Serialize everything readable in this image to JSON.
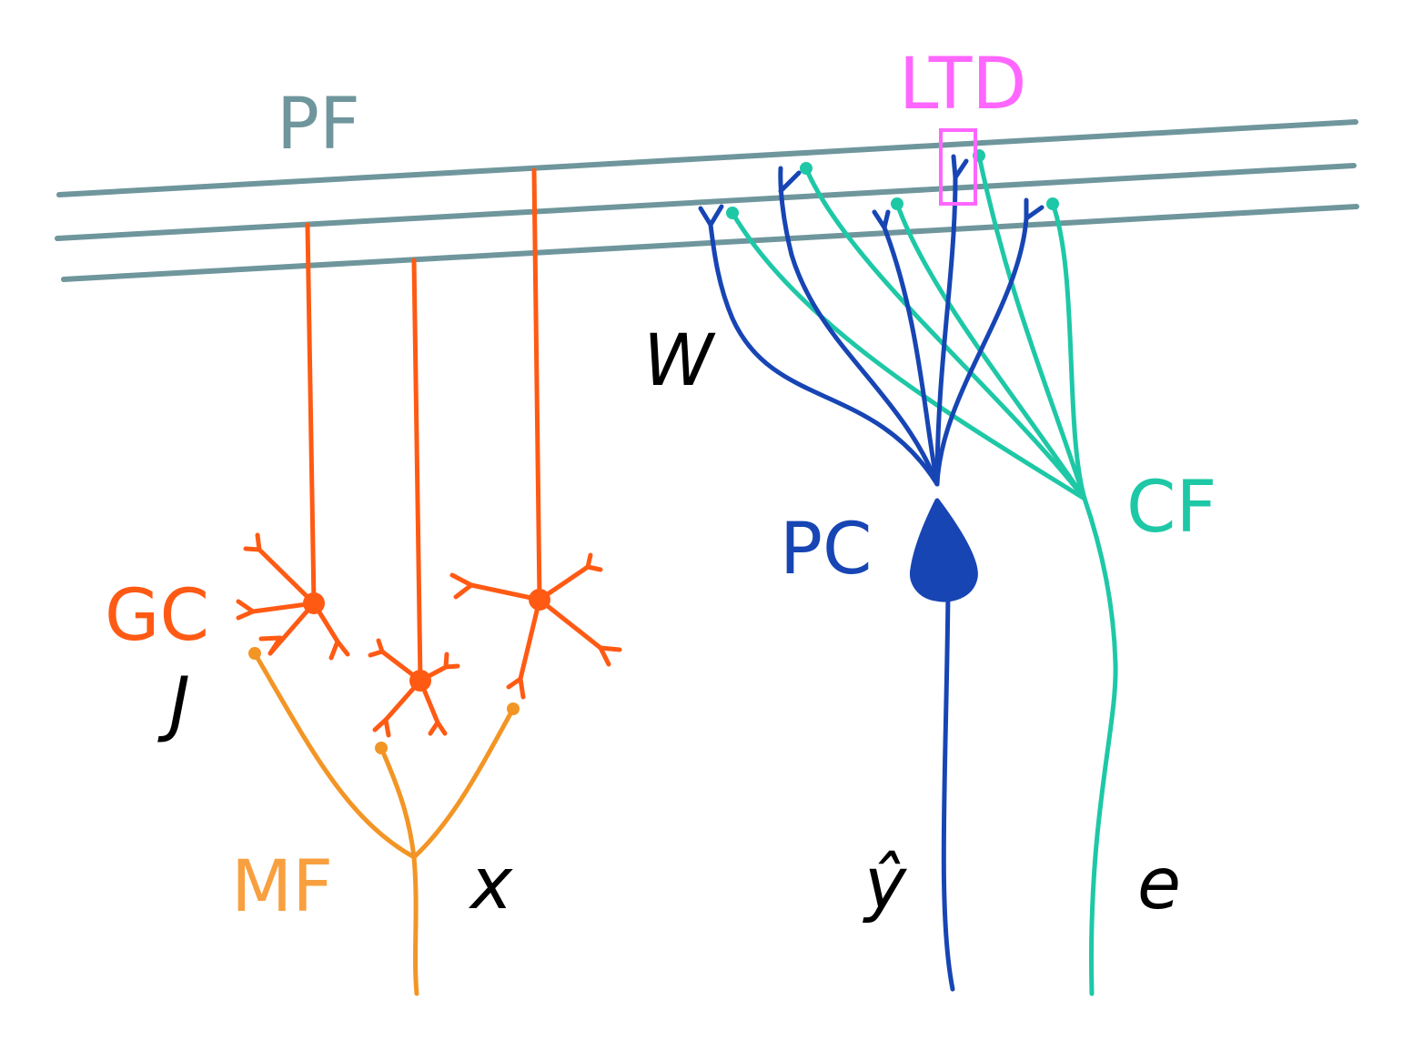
{
  "labels": {
    "pf": "PF",
    "ltd": "LTD",
    "w": "W",
    "pc": "PC",
    "cf": "CF",
    "gc": "GC",
    "j": "J",
    "mf": "MF",
    "x": "x",
    "yhat": "ŷ",
    "e": "e"
  },
  "colors": {
    "pf": "#6f969c",
    "ltd": "#ff66ff",
    "pc": "#1745b4",
    "cf": "#1ec8a6",
    "gc": "#ff5a14",
    "mf": "#f8a040",
    "mf_line": "#f39525",
    "text": "#000000"
  }
}
